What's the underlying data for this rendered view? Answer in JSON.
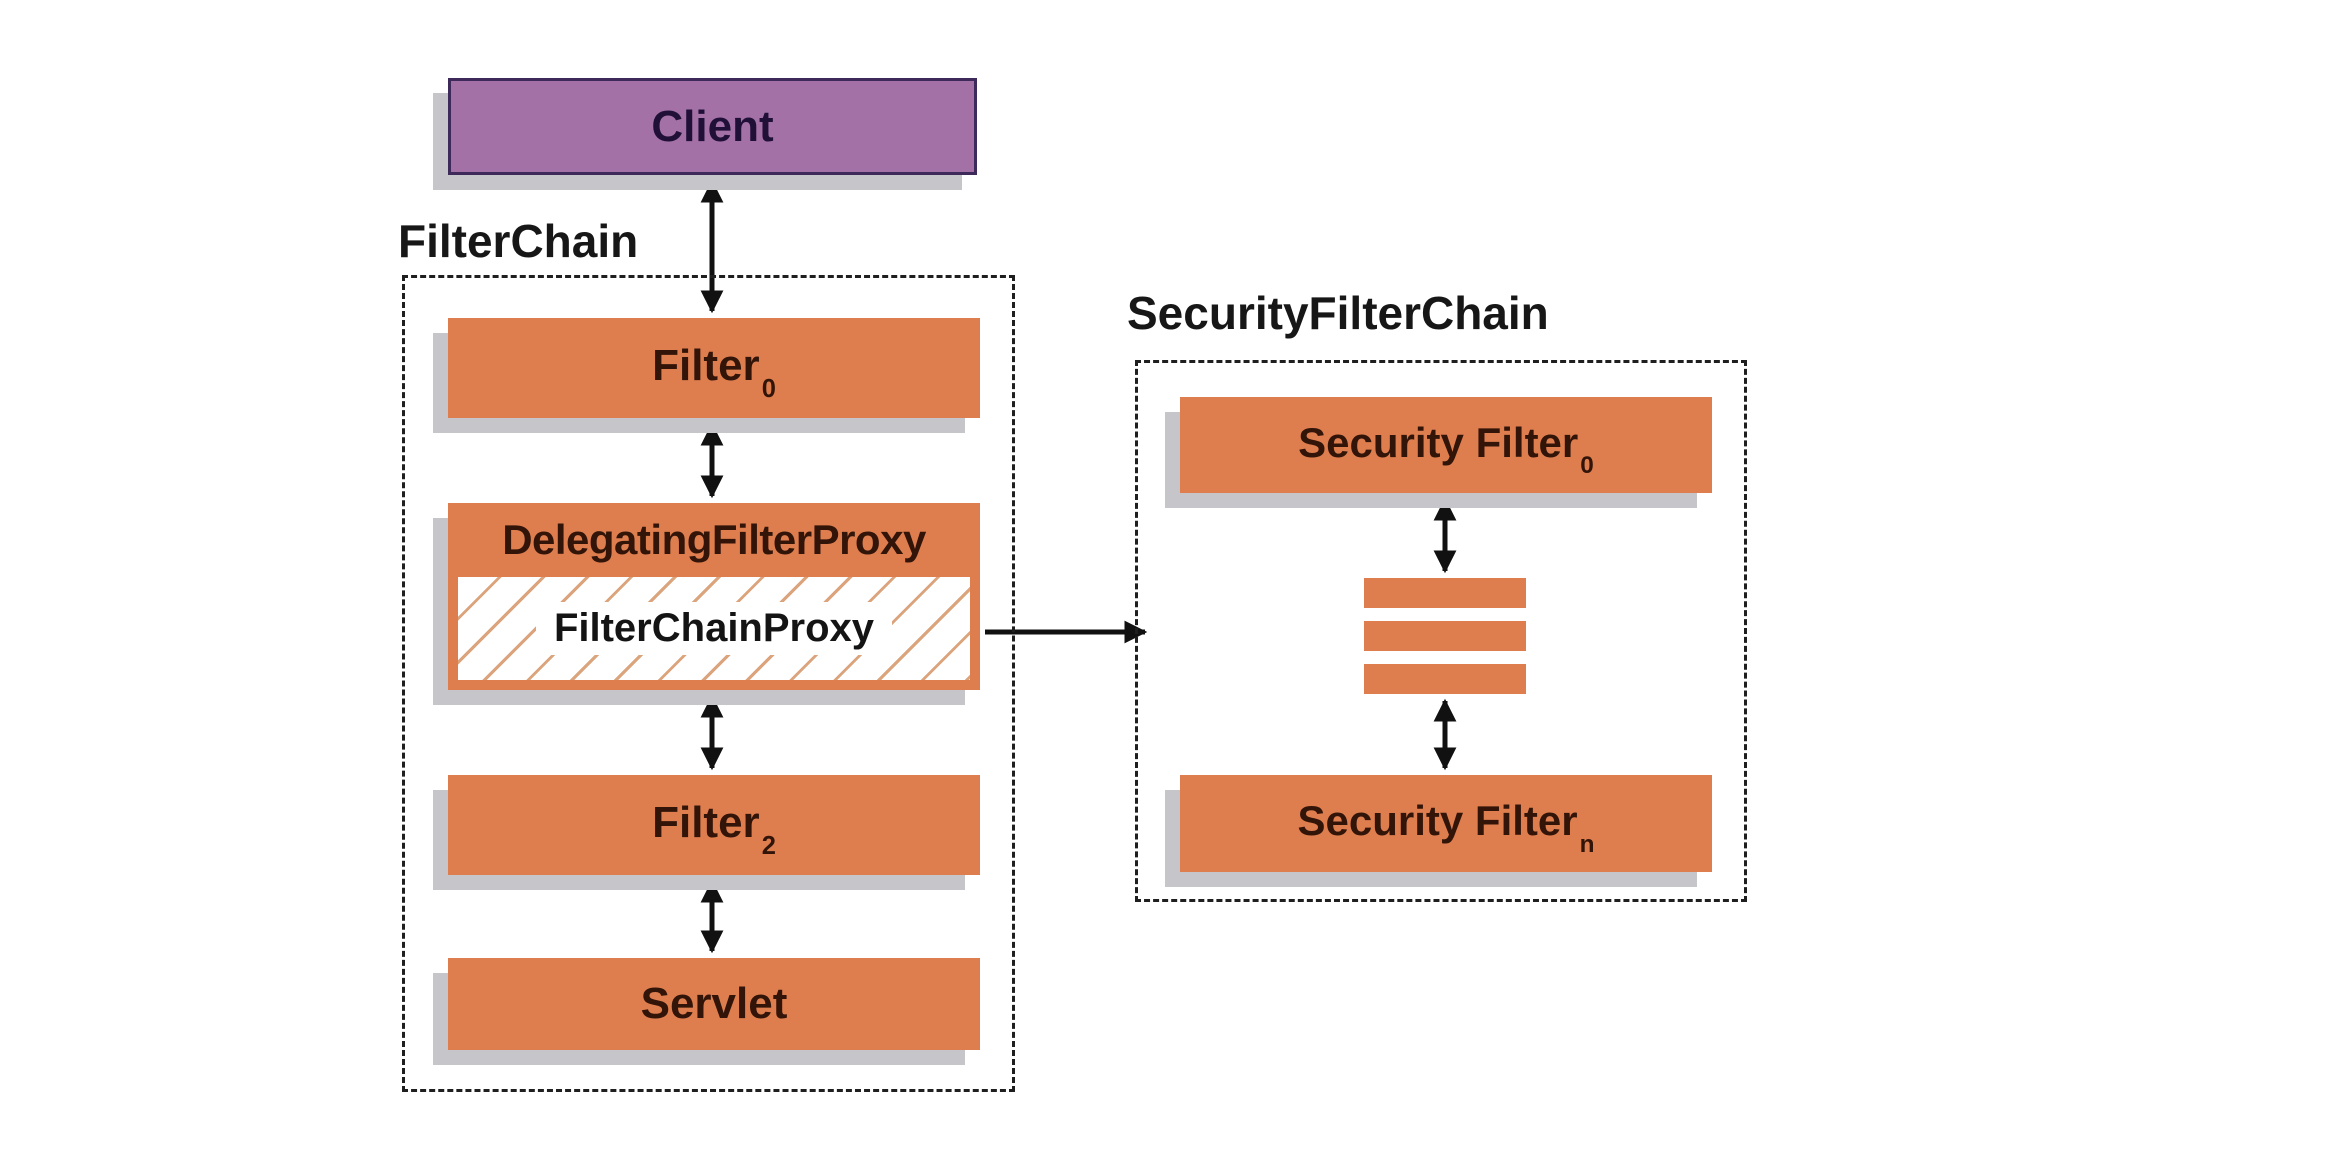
{
  "client": {
    "label": "Client"
  },
  "filter_chain": {
    "title": "FilterChain",
    "filter0": {
      "text": "Filter",
      "sub": "0"
    },
    "delegating_filter_proxy": {
      "label": "DelegatingFilterProxy",
      "inner_label": "FilterChainProxy"
    },
    "filter2": {
      "text": "Filter",
      "sub": "2"
    },
    "servlet": {
      "label": "Servlet"
    }
  },
  "security_filter_chain": {
    "title": "SecurityFilterChain",
    "filter0": {
      "text": "Security Filter",
      "sub": "0"
    },
    "filtern": {
      "text": "Security Filter",
      "sub": "n"
    }
  },
  "colors": {
    "box_orange": "#DE7E4E",
    "client_purple": "#A471A7",
    "client_border": "#3D2A5A",
    "shadow_gray": "#C6C6CA",
    "arrow_black": "#111111",
    "hatch_line": "#DCA47D",
    "orange_text": "#331409",
    "client_text": "#201038",
    "title_text": "#171717",
    "fcp_text": "#141414",
    "dash_color": "#1F1F1F"
  }
}
